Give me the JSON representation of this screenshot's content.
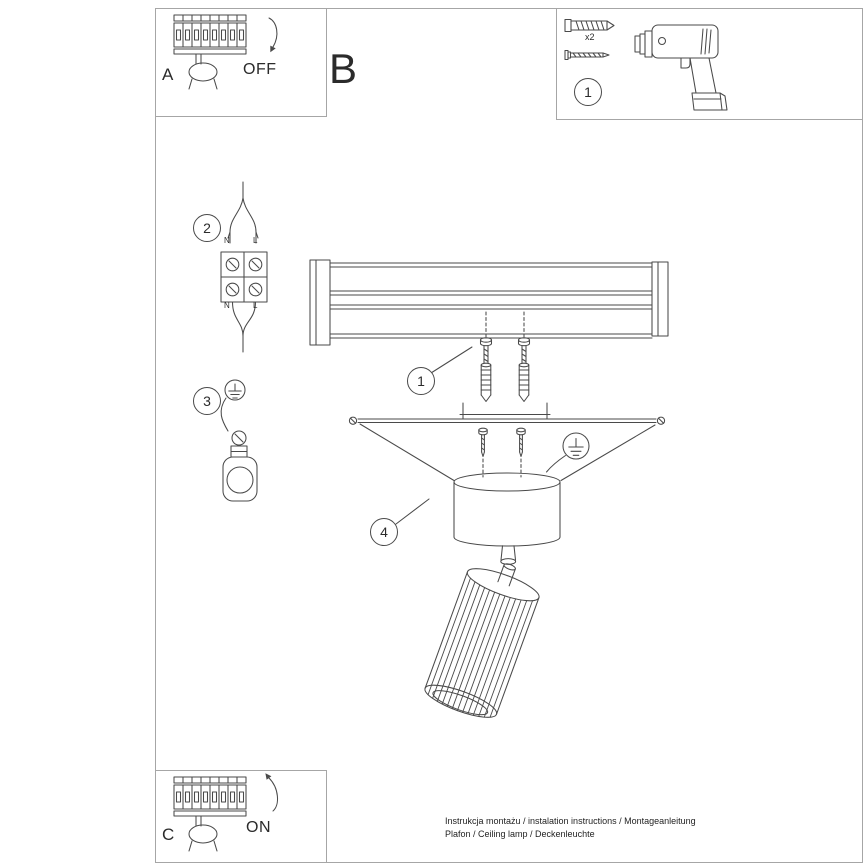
{
  "colors": {
    "background": "#ffffff",
    "line": "#4a4a4a",
    "frame": "#a6a6a6",
    "text": "#2b2b2b"
  },
  "panel_a": {
    "label": "A",
    "action": "OFF"
  },
  "section_b": {
    "label": "B"
  },
  "tools_panel": {
    "step": "1",
    "quantity": "x2"
  },
  "step_wiring": {
    "number": "2",
    "labels": {
      "n": "N",
      "l": "L"
    }
  },
  "step_ground": {
    "number": "3"
  },
  "step_mounting": {
    "number": "1"
  },
  "step_canopy": {
    "number": "4"
  },
  "panel_c": {
    "label": "C",
    "action": "ON"
  },
  "footer": {
    "line1": "Instrukcja montażu / instalation instructions / Montageanleitung",
    "line2": "Plafon / Ceiling lamp / Deckenleuchte"
  }
}
